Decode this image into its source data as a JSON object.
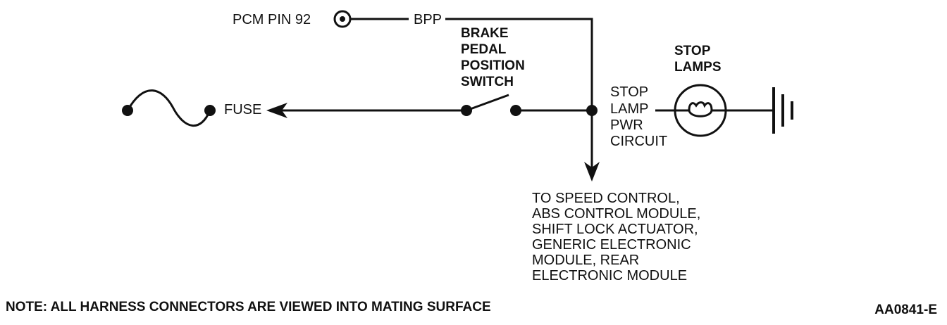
{
  "labels": {
    "pcm_pin": "PCM PIN 92",
    "bpp": "BPP",
    "switch_lines": [
      "BRAKE",
      "PEDAL",
      "POSITION",
      "SWITCH"
    ],
    "stop_lamps_lines": [
      "STOP",
      "LAMPS"
    ],
    "circuit_lines": [
      "STOP",
      "LAMP",
      "PWR",
      "CIRCUIT"
    ],
    "fuse": "FUSE",
    "destination_lines": [
      "TO SPEED CONTROL,",
      "ABS CONTROL MODULE,",
      "SHIFT LOCK ACTUATOR,",
      "GENERIC ELECTRONIC",
      "MODULE, REAR",
      "ELECTRONIC MODULE"
    ]
  },
  "note": "NOTE:  ALL HARNESS CONNECTORS ARE VIEWED INTO MATING SURFACE",
  "figure_id": "AA0841-E",
  "colors": {
    "ink": "#111111",
    "background": "#ffffff"
  },
  "icons": [
    "fuse-symbol",
    "switch-symbol",
    "lamp-symbol",
    "ground-symbol",
    "connector-symbol"
  ]
}
